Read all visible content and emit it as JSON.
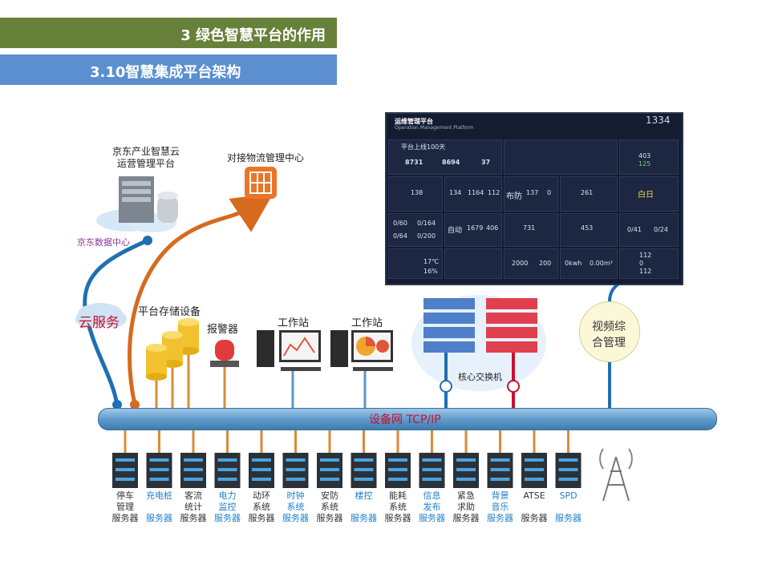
{
  "header": {
    "section_title": "3 绿色智慧平台的作用",
    "subsection_title": "3.10智慧集成平台架构"
  },
  "colors": {
    "section_bar": "#67803a",
    "subsection_bar": "#5b8fcf",
    "bus": "#5c97c8",
    "orange_line": "#d66a1f",
    "blue_line": "#1f6fb3",
    "bus_label": "#c8102e"
  },
  "nodes": {
    "jd_cloud_platform": "京东产业智慧云\n运营管理平台",
    "jd_datacenter": "京东数据中心",
    "logistics_center": "对接物流管理中心",
    "cloud_service": "云服务",
    "storage": "平台存储设备",
    "alarm": "报警器",
    "workstation_1": "工作站",
    "workstation_2": "工作站",
    "core_switch": "核心交换机",
    "video_mgmt": "视频综\n合管理",
    "network": "设备网  TCP/IP"
  },
  "dashboard": {
    "title": "运维管理平台",
    "subtitle": "Operation Management Platform",
    "clock": "1334",
    "online_label": "平台上线100天",
    "stats": [
      "8731",
      "8694",
      "37"
    ],
    "security": "布防",
    "mode": "自动",
    "day": "白日",
    "temperature": "17℃",
    "humidity": "16%",
    "values": [
      "138",
      "134",
      "1164",
      "112",
      "137",
      "0",
      "261",
      "1679",
      "406",
      "731",
      "453",
      "403",
      "125",
      "0/60",
      "0/164",
      "0/64",
      "0/200",
      "2000",
      "200",
      "0kwh",
      "0.00m³",
      "0/41",
      "0/24",
      "112",
      "0",
      "112"
    ]
  },
  "servers": [
    {
      "name": "停车\n管理\n服务器",
      "blue": false
    },
    {
      "name": "充电桩\n\n服务器",
      "blue": true
    },
    {
      "name": "客流\n统计\n服务器",
      "blue": false
    },
    {
      "name": "电力\n监控\n服务器",
      "blue": true
    },
    {
      "name": "动环\n系统\n服务器",
      "blue": false
    },
    {
      "name": "时钟\n系统\n服务器",
      "blue": true
    },
    {
      "name": "安防\n系统\n服务器",
      "blue": false
    },
    {
      "name": "楼控\n\n服务器",
      "blue": true
    },
    {
      "name": "能耗\n系统\n服务器",
      "blue": false
    },
    {
      "name": "信息\n发布\n服务器",
      "blue": true
    },
    {
      "name": "紧急\n求助\n服务器",
      "blue": false
    },
    {
      "name": "背景\n音乐\n服务器",
      "blue": true
    },
    {
      "name": "ATSE\n\n服务器",
      "blue": false
    },
    {
      "name": "SPD\n\n服务器",
      "blue": true
    }
  ]
}
